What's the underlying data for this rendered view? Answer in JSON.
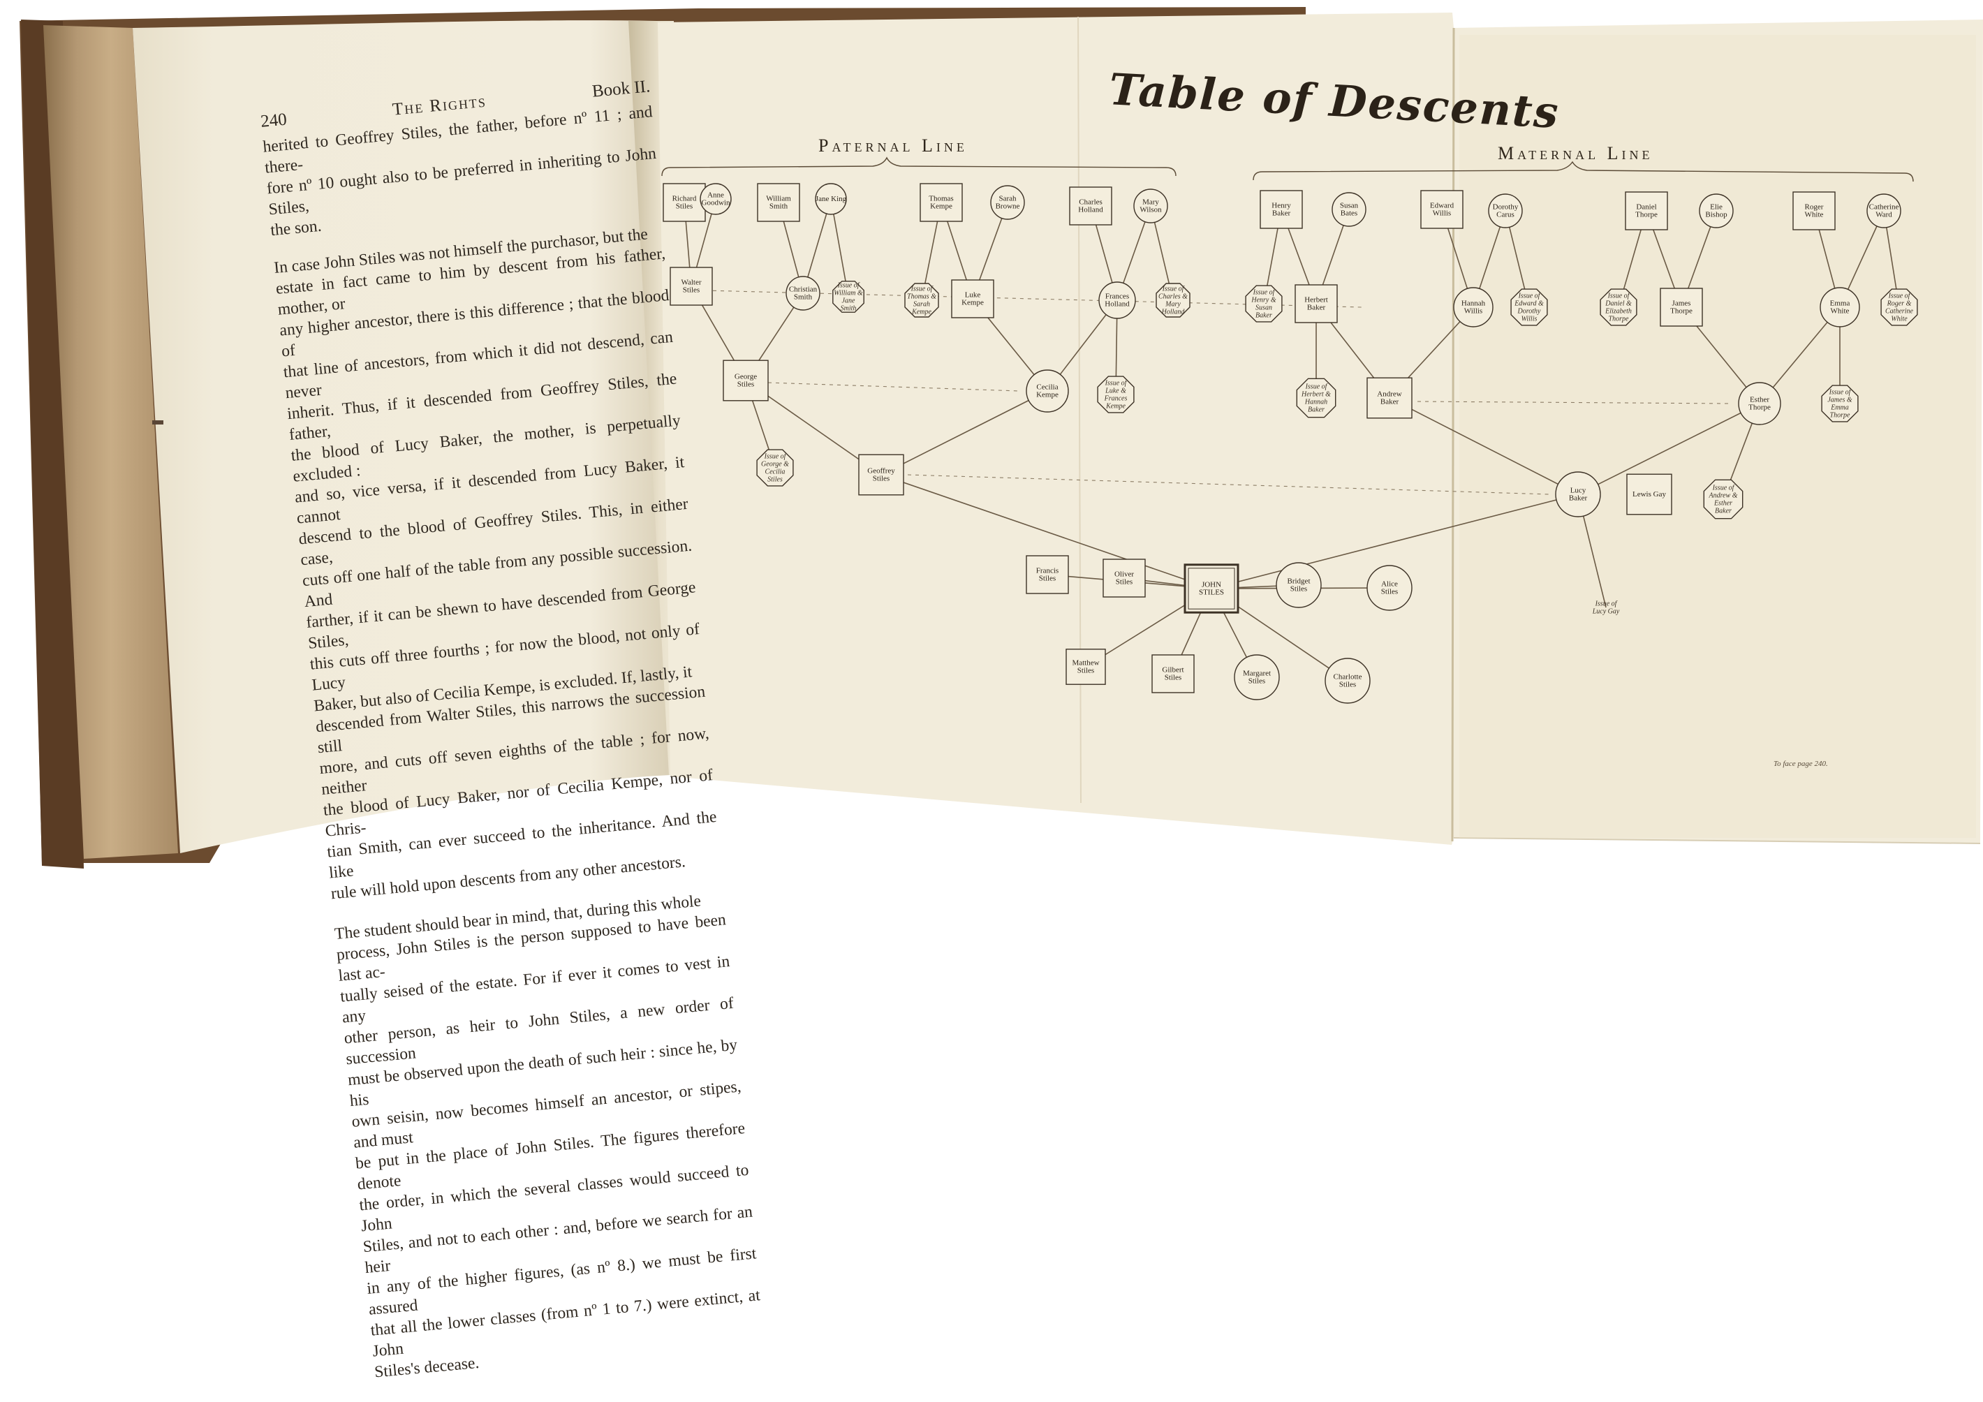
{
  "left_page": {
    "page_number": "240",
    "running_title": "The Rights",
    "book": "Book II.",
    "lines": [
      "herited to Geoffrey Stiles, the father, before nº 11 ; and there-",
      "fore nº 10 ought also to be preferred in inheriting to John Stiles,",
      "the son."
    ],
    "para1": [
      "In case John Stiles was not himself the purchasor, but the",
      "estate in fact came to him by descent from his father, mother, or",
      "any higher ancestor, there is this difference ; that the blood of",
      "that line of ancestors, from which it did not descend, can never",
      "inherit.  Thus, if it descended from Geoffrey Stiles, the father,",
      "the blood of Lucy Baker, the mother, is perpetually excluded :",
      "and so, vice versa, if it descended from Lucy Baker, it cannot",
      "descend to the blood of Geoffrey Stiles.  This, in either case,",
      "cuts off one half of the table from any possible succession.  And",
      "farther, if it can be shewn to have descended from George Stiles,",
      "this cuts off three fourths ; for now the blood, not only of Lucy",
      "Baker, but also of Cecilia Kempe, is excluded.  If, lastly, it",
      "descended from Walter Stiles, this narrows the succession still",
      "more, and cuts off seven eighths of the table ; for now, neither",
      "the blood of Lucy Baker, nor of Cecilia Kempe, nor of Chris-",
      "tian Smith, can ever succeed to the inheritance.  And the like",
      "rule will hold upon descents from any other ancestors."
    ],
    "para2": [
      "The student should bear in mind, that, during this whole",
      "process, John Stiles is the person supposed to have been last ac-",
      "tually seised of the estate.  For if ever it comes to vest in any",
      "other person, as heir to John Stiles, a new order of succession",
      "must be observed upon the death of such heir : since he, by his",
      "own seisin, now becomes himself an ancestor, or stipes, and must",
      "be put in the place of John Stiles.  The figures therefore denote",
      "the order, in which the several classes would succeed to John",
      "Stiles, and not to each other : and, before we search for an heir",
      "in any of the higher figures, (as nº 8.) we must be first assured",
      "that all the lower classes (from nº 1 to 7.) were extinct, at John",
      "Stiles's decease."
    ]
  },
  "plate": {
    "title": "Table of Descents",
    "paternal_label": "Paternal Line",
    "maternal_label": "Maternal Line",
    "footer": "To face page 240."
  },
  "nodes": {
    "n_richard": "Richard Stiles",
    "n_anne": "Anne Goodwin",
    "n_wsmith": "William Smith",
    "n_jking": "Jane King",
    "n_tkempe": "Thomas Kempe",
    "n_sbrowne": "Sarah Browne",
    "n_cholland": "Charles Holland",
    "n_mwilson": "Mary Wilson",
    "n_hbaker": "Henry Baker",
    "n_sbates": "Susan Bates",
    "n_ewillis": "Edward Willis",
    "n_dcarus": "Dorothy Carus",
    "n_dthorpe": "Daniel Thorpe",
    "n_ebishop": "Elie Bishop",
    "n_rwhite": "Roger White",
    "n_cward": "Catherine Ward",
    "n_walter": "Walter Stiles",
    "n_christian": "Christian Smith",
    "n_issue_wj": "Issue of William & Jane Smith",
    "n_issue_ts": "Issue of Thomas & Sarah Kempe",
    "n_luke": "Luke Kempe",
    "n_frances": "Frances Holland",
    "n_issue_cm": "Issue of Charles & Mary Holland",
    "n_issue_hs": "Issue of Henry & Susan Baker",
    "n_herbert": "Herbert Baker",
    "n_hannah": "Hannah Willis",
    "n_issue_ed": "Issue of Edward & Dorothy Willis",
    "n_issue_de": "Issue of Daniel & Elizabeth Thorpe",
    "n_james": "James Thorpe",
    "n_emma": "Emma White",
    "n_issue_rc": "Issue of Roger & Catherine White",
    "n_george": "George Stiles",
    "n_cecilia": "Cecilia Kempe",
    "n_issue_lf": "Issue of Luke & Frances Kempe",
    "n_issue_hh": "Issue of Herbert & Hannah Baker",
    "n_andrew": "Andrew Baker",
    "n_esther": "Esther Thorpe",
    "n_issue_je": "Issue of James & Emma Thorpe",
    "n_issue_gc": "Issue of George & Cecilia Stiles",
    "n_geoffrey": "Geoffrey Stiles",
    "n_lucy": "Lucy Baker",
    "n_lewis": "Lewis Gay",
    "n_issue_ae": "Issue of Andrew & Esther Baker",
    "n_francis": "Francis Stiles",
    "n_oliver": "Oliver Stiles",
    "n_john": "JOHN STILES",
    "n_bridget": "Bridget Stiles",
    "n_alice": "Alice Stiles",
    "n_issue_lucy": "Issue of Lucy Gay",
    "n_matthew": "Matthew Stiles",
    "n_gilbert": "Gilbert Stiles",
    "n_margaret": "Margaret Stiles",
    "n_charlotte": "Charlotte Stiles"
  }
}
